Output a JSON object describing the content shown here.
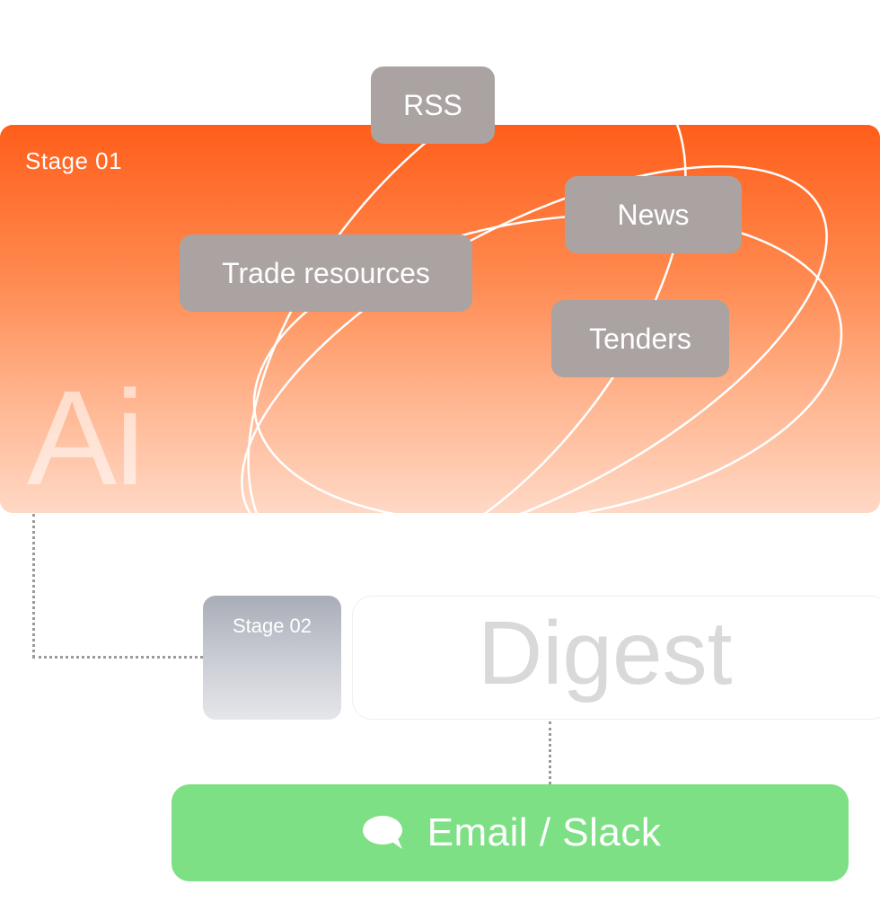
{
  "stage1": {
    "label": "Stage 01",
    "watermark": "Ai"
  },
  "sources": [
    {
      "id": "rss",
      "label": "RSS"
    },
    {
      "id": "news",
      "label": "News"
    },
    {
      "id": "trade",
      "label": "Trade resources"
    },
    {
      "id": "tenders",
      "label": "Tenders"
    }
  ],
  "stage2": {
    "label": "Stage 02",
    "title": "Digest"
  },
  "output": {
    "label": "Email / Slack",
    "icon": "chat-bubble-icon"
  },
  "colors": {
    "stage1_gradient_top": "#ff5e1a",
    "stage1_gradient_bottom": "#ffd8c5",
    "source_chip": "#aaa3a1",
    "output": "#7ee085",
    "stage2_gradient_top": "#a9adb7"
  }
}
